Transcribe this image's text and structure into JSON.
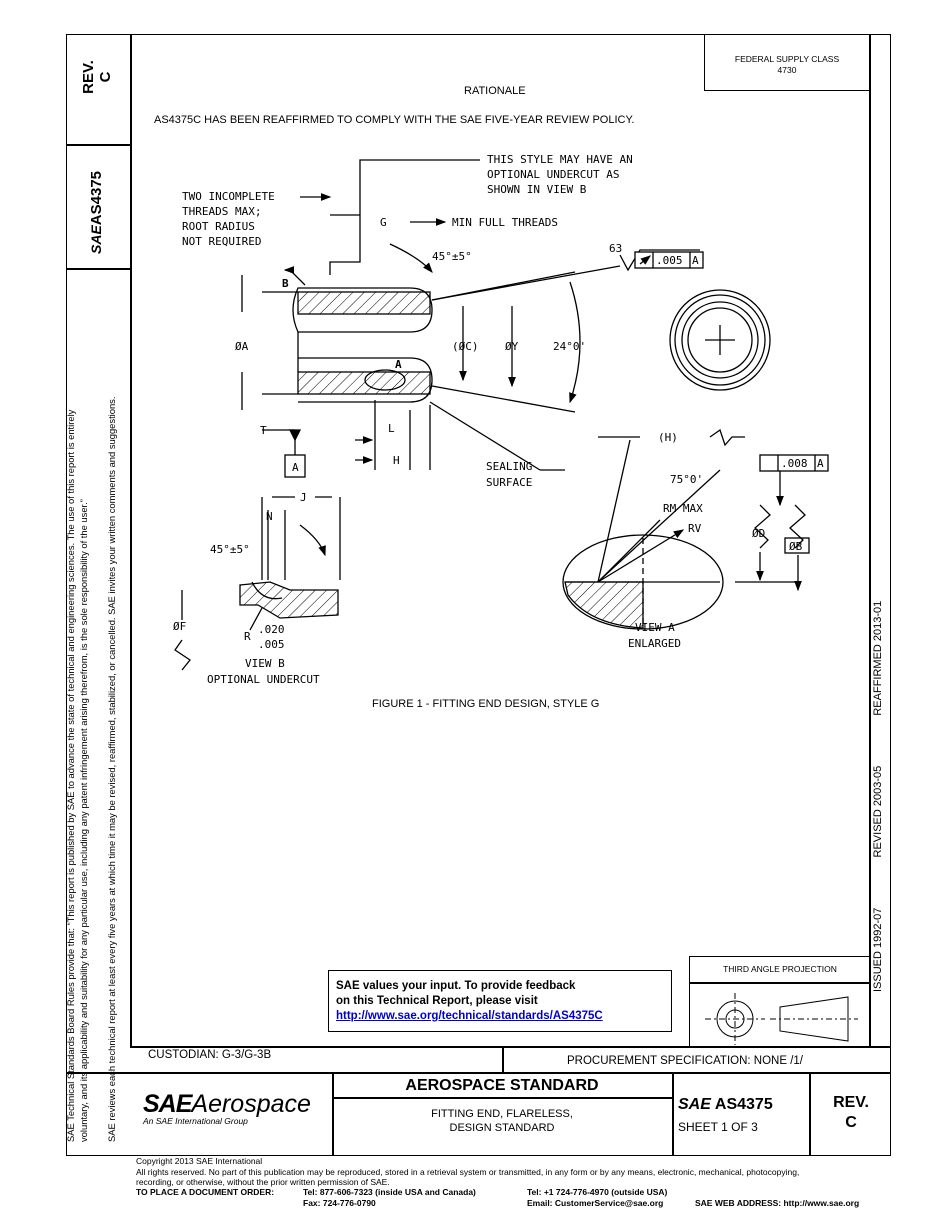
{
  "left_margin": {
    "rev_label": "REV.",
    "rev_value": "C",
    "doc_number": "AS4375",
    "board_rules": "SAE Technical Standards Board Rules provide that: “This report is published by SAE to advance the state of technical and engineering sciences. The use of this report is entirely",
    "board_rules_2": "voluntary, and its applicability and suitability for any particular use, including any patent infringement arising therefrom, is the sole responsibility of the user.”",
    "review_text": "SAE reviews each technical report at least every five years at which time it may be revised, reaffirmed, stabilized, or cancelled. SAE invites your written comments and suggestions."
  },
  "right_margin": {
    "reaffirmed": "REAFFIRMED 2013-01",
    "revised": "REVISED 2003-05",
    "issued": "ISSUED 1992-07"
  },
  "header": {
    "fsc_label": "FEDERAL SUPPLY CLASS",
    "fsc_value": "4730",
    "rationale_heading": "RATIONALE",
    "rationale_text": "AS4375C HAS BEEN REAFFIRMED TO COMPLY WITH THE SAE FIVE-YEAR REVIEW POLICY."
  },
  "drawing": {
    "caption": "FIGURE 1 - FITTING END DESIGN, STYLE G",
    "notes": {
      "style_note_1": "THIS STYLE MAY HAVE AN",
      "style_note_2": "OPTIONAL UNDERCUT AS",
      "style_note_3": "SHOWN IN VIEW B",
      "threads_1": "TWO INCOMPLETE",
      "threads_2": "THREADS MAX;",
      "threads_3": "ROOT RADIUS",
      "threads_4": "NOT REQUIRED",
      "g_label": "G",
      "min_full_threads": "MIN FULL THREADS",
      "angle_45": "45°±5°",
      "finish": "63",
      "tol_005": ".005",
      "datum_a": "A",
      "b_label": "B",
      "dia_a": "ØA",
      "dia_c": "(ØC)",
      "dia_y": "ØY",
      "angle_24": "24°0'",
      "t_label": "T",
      "l_label": "L",
      "h_label": "H",
      "h_paren": "(H)",
      "sealing_1": "SEALING",
      "sealing_2": "SURFACE",
      "angle_75": "75°0'",
      "tol_008": ".008",
      "rm_max": "RM MAX",
      "rv_label": "RV",
      "dia_d": "ØD",
      "dia_b": "ØB",
      "view_a_1": "VIEW A",
      "view_a_2": "ENLARGED",
      "j_label": "J",
      "n_label": "N",
      "angle_45b": "45°±5°",
      "dia_f": "ØF",
      "r_label": "R",
      "r_020": ".020",
      "r_005": ".005",
      "view_b_1": "VIEW B",
      "view_b_2": "OPTIONAL UNDERCUT"
    }
  },
  "feedback": {
    "line1": "SAE values your input. To provide feedback",
    "line2": "on this Technical Report, please visit",
    "link": "http://www.sae.org/technical/standards/AS4375C"
  },
  "projection": {
    "label": "THIRD ANGLE PROJECTION"
  },
  "title_block": {
    "custodian": "CUSTODIAN: G-3/G-3B",
    "procurement": "PROCUREMENT SPECIFICATION: NONE /1/",
    "logo_sae": "SAE",
    "logo_aero": "Aerospace",
    "logo_sub": "An SAE International Group",
    "standard_type": "AEROSPACE STANDARD",
    "title_1": "FITTING END, FLARELESS,",
    "title_2": "DESIGN STANDARD",
    "doc_sae": "SAE",
    "doc_number": "AS4375",
    "sheet": "SHEET 1 OF 3",
    "rev_label": "REV.",
    "rev_value": "C"
  },
  "footer": {
    "copyright": "Copyright 2013 SAE International",
    "rights_1": "All rights reserved. No part of this publication may be reproduced, stored in a retrieval system or transmitted, in any form or by any means, electronic, mechanical, photocopying,",
    "rights_2": "recording, or otherwise, without the prior written permission of SAE.",
    "order_label": "TO PLACE A DOCUMENT ORDER:",
    "tel_us": "Tel: 877-606-7323 (inside USA and Canada)",
    "fax": "Fax: 724-776-0790",
    "tel_intl": "Tel: +1 724-776-4970 (outside USA)",
    "email": "Email: CustomerService@sae.org",
    "web": "SAE WEB ADDRESS: http://www.sae.org"
  }
}
